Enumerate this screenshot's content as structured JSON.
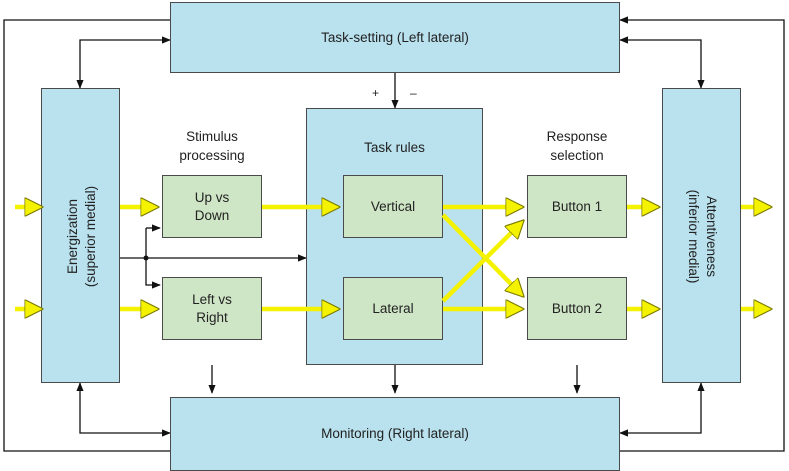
{
  "boxes": {
    "task_setting": "Task-setting (Left lateral)",
    "monitoring": "Monitoring (Right lateral)",
    "energization": "Energization\n(superior medial)",
    "attentiveness": "Attentiveness\n(inferior medial)",
    "task_rules": "Task rules",
    "up_vs_down": "Up vs\nDown",
    "left_vs_right": "Left vs\nRight",
    "vertical": "Vertical",
    "lateral": "Lateral",
    "button1": "Button 1",
    "button2": "Button 2"
  },
  "captions": {
    "stimulus_processing": "Stimulus\nprocessing",
    "response_selection": "Response\nselection"
  },
  "signs": {
    "plus": "+",
    "minus": "–"
  },
  "colors": {
    "module_fill": "#b9e1ee",
    "process_fill": "#cfe6c6",
    "signal_arrow": "#f5f200",
    "connector": "#111111"
  }
}
